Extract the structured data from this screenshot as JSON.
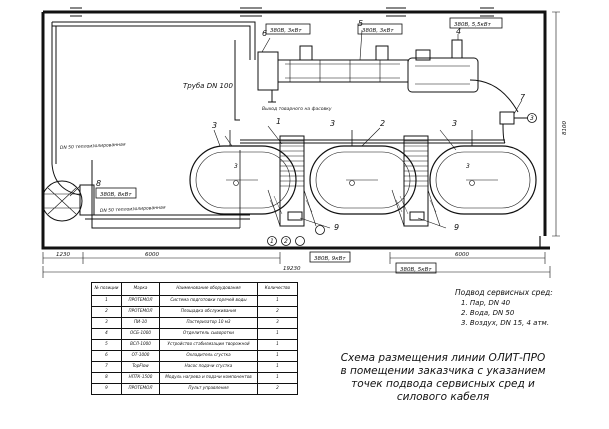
{
  "diagram": {
    "pipe_label": "Труба DN 100",
    "outlet_label": "Выход товарного на фасовку",
    "water_pipe_label": "DN 50 теплоизолированная",
    "water_pipe_label_2": "DN 50 теплоизолированная",
    "power_boxes": [
      "380В, 3кВт",
      "380В, 3кВт",
      "380В, 5,5кВт",
      "380В, 8кВт",
      "380В, 9кВт",
      "380В, 5кВт"
    ],
    "dim_6000_left": "6000",
    "dim_6000_right": "6000",
    "dim_1230": "1230",
    "dim_19230": "19230",
    "dim_8100": "8100",
    "callouts": {
      "n1": "1",
      "n2": "2",
      "n3a": "3",
      "n3b": "3",
      "n3c": "3",
      "n3d": "3",
      "n3e": "3",
      "n4": "4",
      "n5": "5",
      "n6": "6",
      "n7": "7",
      "n8": "8",
      "n9a": "9",
      "n9b": "9",
      "c1": "1",
      "c2": "2",
      "c3": "3"
    }
  },
  "table": {
    "headers": [
      "№ позиции",
      "Марка",
      "Наименование оборудования",
      "Количество"
    ],
    "rows": [
      [
        "1",
        "ПРОТЕМОЛ",
        "Система подготовки горячей воды",
        "1"
      ],
      [
        "2",
        "ПРОТЕМОЛ",
        "Площадка обслуживания",
        "2"
      ],
      [
        "3",
        "ПИ-10",
        "Пастеризатор 10 м3",
        "3"
      ],
      [
        "4",
        "ОСБ-1000",
        "Отделитель сыворотки",
        "1"
      ],
      [
        "5",
        "ВСЛ-1000",
        "Устройство стабилизации творожной",
        "1"
      ],
      [
        "6",
        "ОТ-1000",
        "Охладитель сгустка",
        "1"
      ],
      [
        "7",
        "TopFlow",
        "Насос подачи сгустка",
        "1"
      ],
      [
        "8",
        "НПТК-1500",
        "Модуль нагрева и подачи компонентов",
        "1"
      ],
      [
        "9",
        "ПРОТЕМОЛ",
        "Пульт управления",
        "2"
      ]
    ]
  },
  "legend": {
    "heading": "Подвод сервисных сред:",
    "items": [
      "1. Пар, DN 40",
      "2. Вода, DN 50",
      "3. Воздух, DN 15, 4 атм."
    ]
  },
  "title": {
    "lines": [
      "Схема размещения линии ОЛИТ-ПРО",
      "в помещении заказчика с указанием",
      "точек подвода сервисных сред и",
      "силового кабеля"
    ]
  }
}
